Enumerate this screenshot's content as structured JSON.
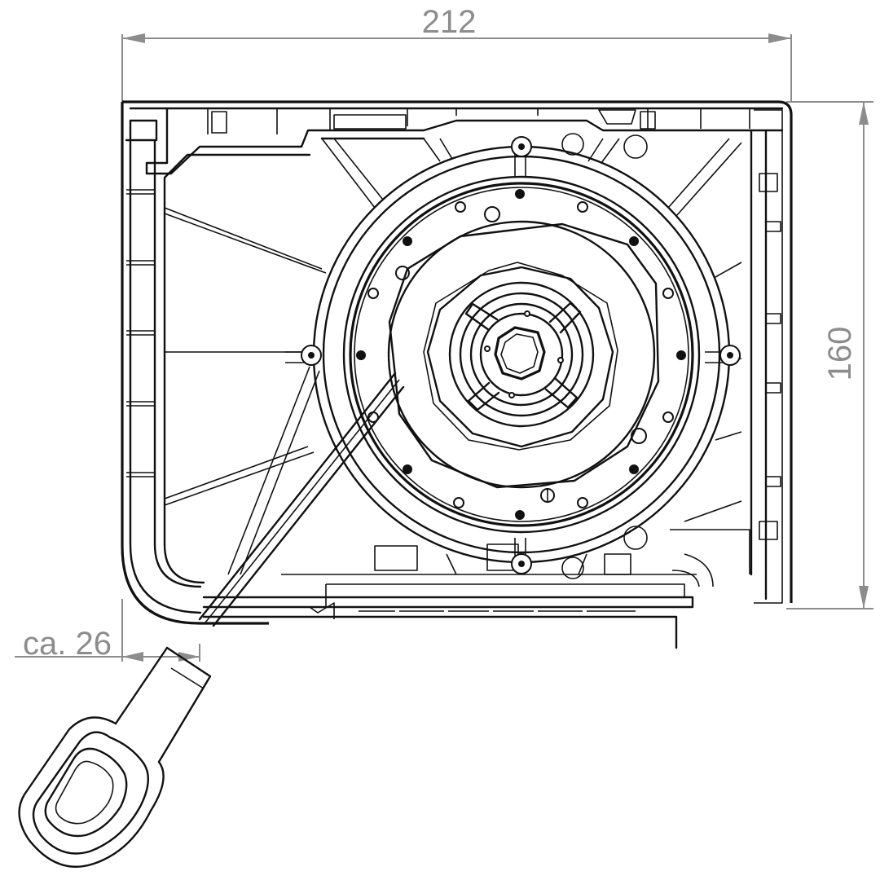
{
  "dimensions": {
    "width_label": "212",
    "height_label": "160",
    "offset_label": "ca. 26"
  },
  "colors": {
    "dimension": "#8c8c8c",
    "drawing": "#111111",
    "background": "#ffffff"
  }
}
